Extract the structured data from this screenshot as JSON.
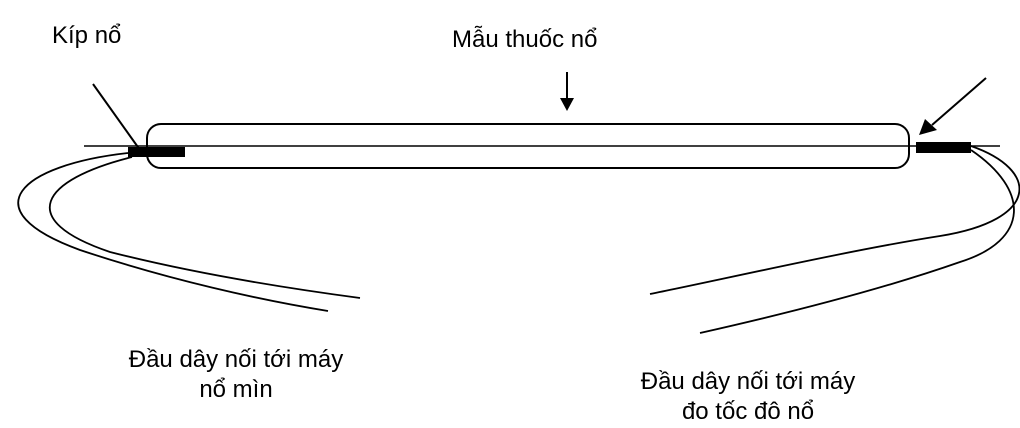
{
  "labels": {
    "detonator": "Kíp nổ",
    "explosive_sample": "Mẫu thuốc nổ",
    "firing_machine_wire": {
      "line1": "Đầu dây nối tới máy",
      "line2": "nổ mìn"
    },
    "velocity_meter_wire": {
      "line1": "Đầu dây nối tới máy",
      "line2": "đo tốc đô nổ"
    }
  },
  "colors": {
    "stroke": "#000000",
    "background": "#ffffff"
  }
}
